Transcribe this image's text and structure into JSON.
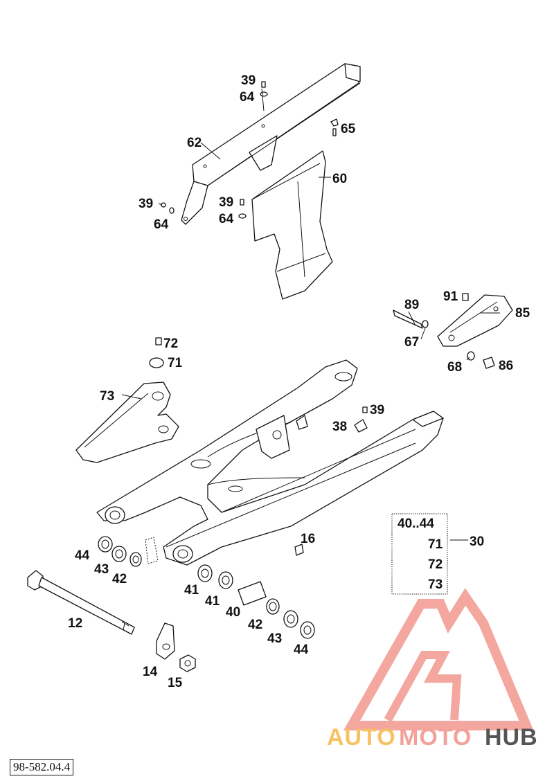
{
  "reference_code": "98-582.04.4",
  "watermark": {
    "brand_auto": "AUTO",
    "brand_moto": "MOTO",
    "brand_hub": "HUB",
    "accent_color": "#f3a29a",
    "dark_color": "#555555"
  },
  "kit": {
    "items": [
      "40..44",
      "71",
      "72",
      "73"
    ],
    "number": "30"
  },
  "labels": {
    "p39a": "39",
    "p64a": "64",
    "p65": "65",
    "p62": "62",
    "p60": "60",
    "p39b": "39",
    "p64b": "64",
    "p39c": "39",
    "p64c": "64",
    "p91": "91",
    "p89": "89",
    "p85": "85",
    "p67": "67",
    "p68": "68",
    "p86": "86",
    "p72": "72",
    "p71": "71",
    "p73": "73",
    "p39d": "39",
    "p38": "38",
    "p16": "16",
    "p44a": "44",
    "p43a": "43",
    "p42a": "42",
    "p41a": "41",
    "p41b": "41",
    "p40": "40",
    "p42b": "42",
    "p43b": "43",
    "p44b": "44",
    "p12": "12",
    "p14": "14",
    "p15": "15"
  }
}
